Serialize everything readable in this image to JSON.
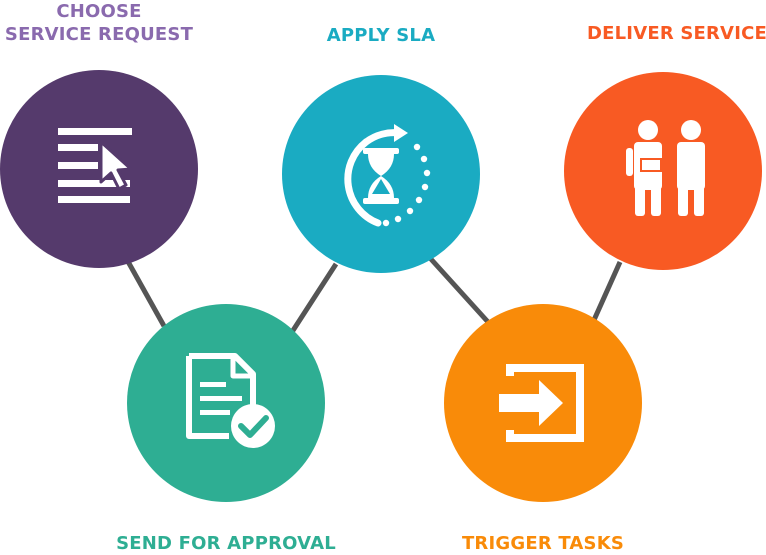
{
  "steps": [
    {
      "lines": [
        "CHOOSE",
        "SERVICE REQUEST"
      ],
      "icon": "list-cursor-icon",
      "color": "#553a6c",
      "label_color": "#8a6aae"
    },
    {
      "lines": [
        "APPLY SLA"
      ],
      "icon": "hourglass-refresh-icon",
      "color": "#1aabc2",
      "label_color": "#1aabc2"
    },
    {
      "lines": [
        "DELIVER SERVICE"
      ],
      "icon": "people-delivery-icon",
      "color": "#f85a23",
      "label_color": "#f85a23"
    },
    {
      "lines": [
        "SEND FOR APPROVAL"
      ],
      "icon": "document-check-icon",
      "color": "#2eae93",
      "label_color": "#2eae93"
    },
    {
      "lines": [
        "TRIGGER TASKS"
      ],
      "icon": "enter-arrow-icon",
      "color": "#f98b09",
      "label_color": "#f98b09"
    }
  ],
  "connector_color": "#555555"
}
